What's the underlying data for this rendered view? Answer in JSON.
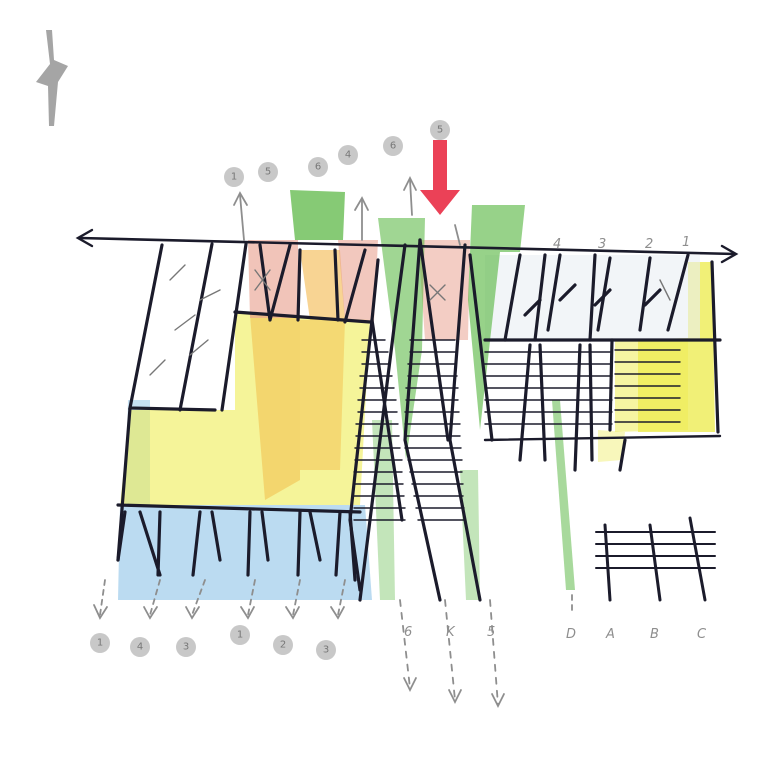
{
  "colors": {
    "ink": "#1b1b2b",
    "blue": "#8ec3e8",
    "yellow": "#eeec55",
    "orange": "#f2b13a",
    "salmon": "#eaa493",
    "green": "#52b43a",
    "red_arrow": "#e8203a",
    "grey": "#8e8e8e",
    "paper": "#ffffff"
  },
  "top_markers": [
    "1",
    "5",
    "6",
    "4",
    "6",
    "5"
  ],
  "top_line_labels": [
    "4",
    "3",
    "2",
    "1"
  ],
  "bottom_markers": [
    "1",
    "4",
    "3",
    "1",
    "2",
    "3"
  ],
  "bottom_labels": [
    "6",
    "K",
    "5",
    "D",
    "A",
    "B",
    "C"
  ],
  "symbols": {
    "north_icon": "north-arrow-icon",
    "entry_icon": "entry-arrow-icon"
  }
}
